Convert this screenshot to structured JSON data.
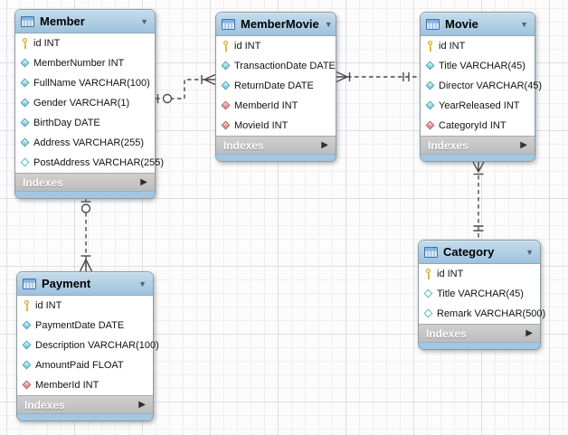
{
  "icons": {
    "collapse_glyph": "▼",
    "expand_glyph": "▶"
  },
  "colors": {
    "table_header": "#a3c7e1",
    "indexes_bar": "#c2c2c2",
    "relationship_line": "#4a4a4a",
    "pk_icon": "#e8c84a",
    "column_icon": "#7fd4df",
    "fk_icon": "#e58f8f",
    "grid_minor": "#efeff1",
    "grid_major": "#dededf"
  },
  "diagram": {
    "tables": [
      {
        "name": "Member",
        "footer_label": "Indexes",
        "columns": [
          {
            "label": "id INT",
            "icon": "key"
          },
          {
            "label": "MemberNumber INT",
            "icon": "diamond"
          },
          {
            "label": "FullName VARCHAR(100)",
            "icon": "diamond"
          },
          {
            "label": "Gender VARCHAR(1)",
            "icon": "diamond"
          },
          {
            "label": "BirthDay DATE",
            "icon": "diamond"
          },
          {
            "label": "Address VARCHAR(255)",
            "icon": "diamond"
          },
          {
            "label": "PostAddress VARCHAR(255)",
            "icon": "diamond-open"
          }
        ]
      },
      {
        "name": "MemberMovie",
        "footer_label": "Indexes",
        "columns": [
          {
            "label": "id INT",
            "icon": "key"
          },
          {
            "label": "TransactionDate DATE",
            "icon": "diamond"
          },
          {
            "label": "ReturnDate DATE",
            "icon": "diamond"
          },
          {
            "label": "MemberId INT",
            "icon": "diamond-fk"
          },
          {
            "label": "MovieId INT",
            "icon": "diamond-fk"
          }
        ]
      },
      {
        "name": "Movie",
        "footer_label": "Indexes",
        "columns": [
          {
            "label": "id INT",
            "icon": "key"
          },
          {
            "label": "Title VARCHAR(45)",
            "icon": "diamond"
          },
          {
            "label": "Director VARCHAR(45)",
            "icon": "diamond"
          },
          {
            "label": "YearReleased INT",
            "icon": "diamond"
          },
          {
            "label": "CategoryId INT",
            "icon": "diamond-fk"
          }
        ]
      },
      {
        "name": "Payment",
        "footer_label": "Indexes",
        "columns": [
          {
            "label": "id INT",
            "icon": "key"
          },
          {
            "label": "PaymentDate DATE",
            "icon": "diamond"
          },
          {
            "label": "Description VARCHAR(100)",
            "icon": "diamond"
          },
          {
            "label": "AmountPaid FLOAT",
            "icon": "diamond"
          },
          {
            "label": "MemberId INT",
            "icon": "diamond-fk"
          }
        ]
      },
      {
        "name": "Category",
        "footer_label": "Indexes",
        "columns": [
          {
            "label": "id INT",
            "icon": "key"
          },
          {
            "label": "Title VARCHAR(45)",
            "icon": "diamond-open"
          },
          {
            "label": "Remark VARCHAR(500)",
            "icon": "diamond-open"
          }
        ]
      }
    ],
    "relationships": [
      {
        "from": "MemberMovie",
        "to": "Member",
        "type": "non-identifying",
        "from_cardinality": "one-to-many",
        "to_cardinality": "zero-or-one",
        "line_style": "dashed"
      },
      {
        "from": "MemberMovie",
        "to": "Movie",
        "type": "non-identifying",
        "from_cardinality": "one-to-many",
        "to_cardinality": "one-and-only-one",
        "line_style": "dashed"
      },
      {
        "from": "Movie",
        "to": "Category",
        "type": "non-identifying",
        "from_cardinality": "one-to-many",
        "to_cardinality": "one-and-only-one",
        "line_style": "dashed"
      },
      {
        "from": "Payment",
        "to": "Member",
        "type": "non-identifying",
        "from_cardinality": "one-to-many",
        "to_cardinality": "zero-or-one",
        "line_style": "dashed"
      }
    ]
  }
}
